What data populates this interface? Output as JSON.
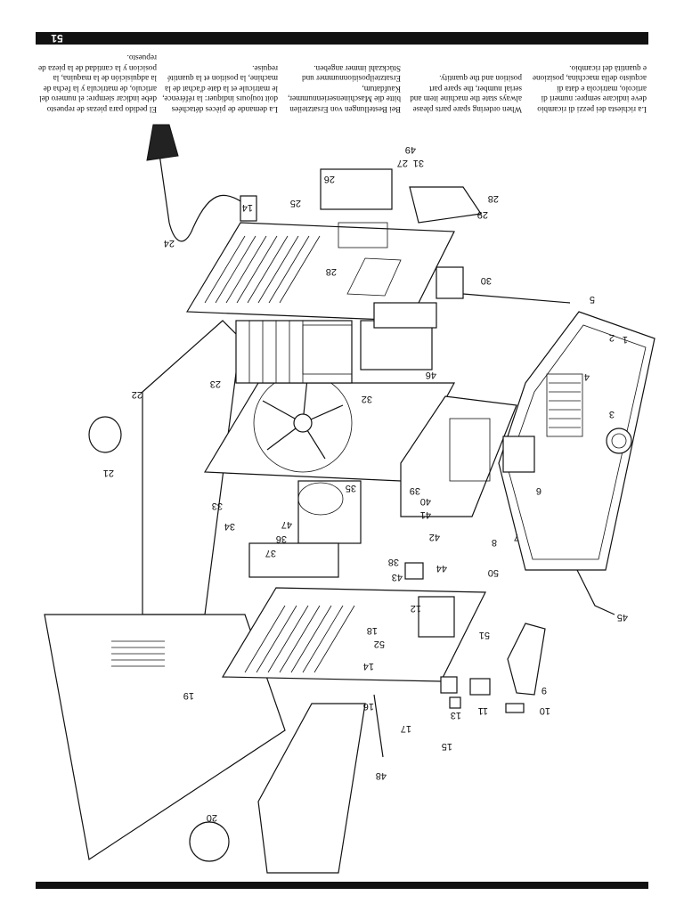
{
  "page_number": "51",
  "columns": [
    {
      "lang": "it",
      "text": "La richiesta dei pezzi di ricambio deve indicare sempre: numeri di articolo, matricola e data di acquisto della macchina, posizione e quantità del ricambio."
    },
    {
      "lang": "en",
      "text": "When ordering spare parts please always state the machine item and serial number, the spare part position and the quantity."
    },
    {
      "lang": "de",
      "text": "Bei Bestellungen von Ersatzteilen bitte die Maschinenseriennummer, Kaufdatum, Ersatzteilpositionnummer und Stückzahl immer angeben."
    },
    {
      "lang": "fr",
      "text": "La demande de pièces détachées doit toujours indiquer: la référence, le matricule et la date d'achat de la machine, la position et la quantité requise."
    },
    {
      "lang": "es",
      "text": "El pedido para piezas de repuesto debe indicar siempre: el numero del articulo, de matricula y la fecha de la adquisición de la maquina, la posicion y la cantidad de la pieza de repuesto."
    }
  ],
  "callouts": [
    "1",
    "2",
    "3",
    "4",
    "5",
    "6",
    "7",
    "8",
    "9",
    "10",
    "11",
    "12",
    "13",
    "14",
    "15",
    "16",
    "17",
    "18",
    "19",
    "20",
    "21",
    "22",
    "23",
    "24",
    "25",
    "26",
    "27",
    "28",
    "28",
    "29",
    "30",
    "31",
    "32",
    "33",
    "34",
    "35",
    "36",
    "37",
    "38",
    "39",
    "40",
    "41",
    "42",
    "43",
    "44",
    "45",
    "46",
    "47",
    "48",
    "49",
    "50",
    "51",
    "52",
    "14"
  ]
}
